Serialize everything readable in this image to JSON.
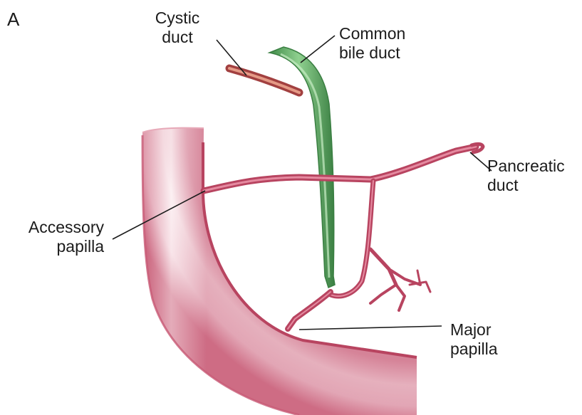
{
  "panel_letter": "A",
  "labels": {
    "cystic_duct": [
      "Cystic",
      "duct"
    ],
    "common_bile_duct": [
      "Common",
      "bile duct"
    ],
    "pancreatic_duct": [
      "Pancreatic",
      "duct"
    ],
    "accessory_papilla": [
      "Accessory",
      "papilla"
    ],
    "major_papilla": [
      "Major",
      "papilla"
    ]
  },
  "colors": {
    "duodenum": "#c0506a",
    "duodenum_highlight": "#fbeef1",
    "pancreatic_duct": "#b84460",
    "common_bile_duct": "#4f9a55",
    "cystic_duct": "#c0554a",
    "leader_line": "#1c1c1c"
  }
}
